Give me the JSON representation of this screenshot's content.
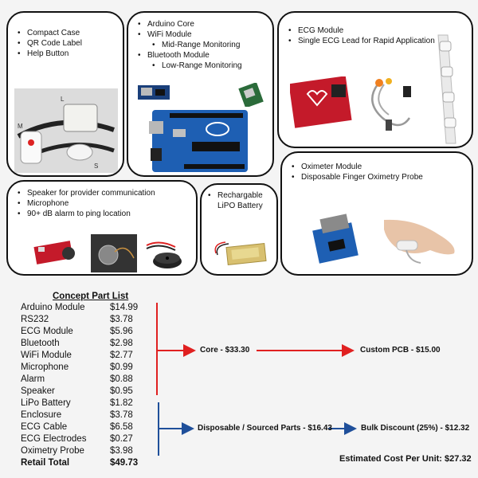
{
  "panels": {
    "case": {
      "bullets": [
        "Compact Case",
        "QR Code Label",
        "Help Button"
      ],
      "image_letters": [
        "L",
        "M",
        "S"
      ]
    },
    "core": {
      "bullets": [
        {
          "text": "Arduino Core",
          "level": 0
        },
        {
          "text": "WiFi Module",
          "level": 0
        },
        {
          "text": "Mid-Range Monitoring",
          "level": 1
        },
        {
          "text": "Bluetooth Module",
          "level": 0
        },
        {
          "text": "Low-Range Monitoring",
          "level": 1
        }
      ]
    },
    "ecg": {
      "bullets": [
        "ECG Module",
        "Single ECG Lead for Rapid Application"
      ]
    },
    "comm": {
      "bullets": [
        "Speaker for provider communication",
        "Microphone",
        "90+ dB alarm to ping location"
      ]
    },
    "battery": {
      "bullets": [
        "Rechargable LiPO Battery"
      ]
    },
    "oximeter": {
      "bullets": [
        "Oximeter Module",
        "Disposable Finger Oximetry Probe"
      ]
    }
  },
  "part_list": {
    "title": "Concept Part List",
    "items": [
      {
        "name": "Arduino Module",
        "price": "$14.99"
      },
      {
        "name": "RS232",
        "price": "$3.78"
      },
      {
        "name": "ECG Module",
        "price": "$5.96"
      },
      {
        "name": "Bluetooth",
        "price": "$2.98"
      },
      {
        "name": "WiFi Module",
        "price": "$2.77"
      },
      {
        "name": "Microphone",
        "price": "$0.99"
      },
      {
        "name": "Alarm",
        "price": "$0.88"
      },
      {
        "name": "Speaker",
        "price": "$0.95"
      },
      {
        "name": "LiPo Battery",
        "price": "$1.82"
      },
      {
        "name": "Enclosure",
        "price": "$3.78"
      },
      {
        "name": "ECG Cable",
        "price": "$6.58"
      },
      {
        "name": "ECG Electrodes",
        "price": "$0.27"
      },
      {
        "name": "Oximetry Probe",
        "price": "$3.98"
      }
    ],
    "total": {
      "name": "Retail Total",
      "price": "$49.73"
    }
  },
  "flow": {
    "core": "Core - $33.30",
    "custom_pcb": "Custom PCB - $15.00",
    "disposable": "Disposable / Sourced Parts - $16.43",
    "bulk": "Bulk Discount (25%) - $12.32",
    "estimate": "Estimated Cost Per Unit: $27.32"
  },
  "colors": {
    "core_arrow": "#e02020",
    "disposable_arrow": "#1f4f9a",
    "board_blue": "#1e5fb3",
    "module_red": "#c41a2a"
  }
}
